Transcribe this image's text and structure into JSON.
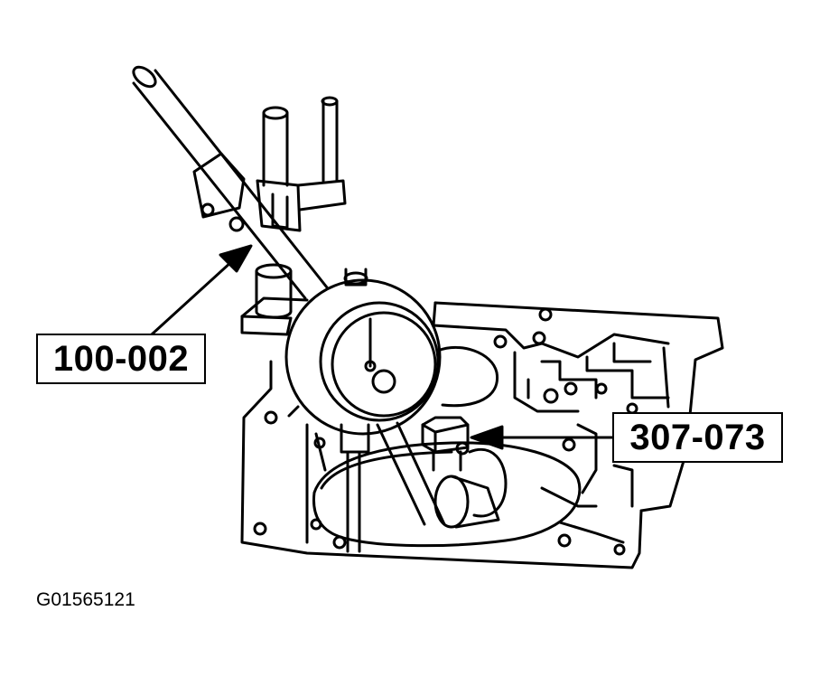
{
  "figure": {
    "figure_id": "G01565121"
  },
  "callouts": {
    "tool_left": "100-002",
    "tool_right": "307-073"
  },
  "colors": {
    "line": "#000000",
    "background": "#ffffff"
  }
}
